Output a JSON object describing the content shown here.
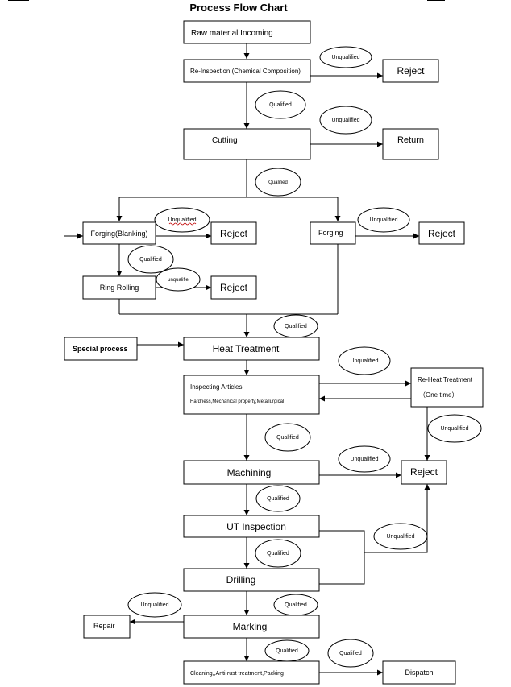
{
  "title": "Process Flow Chart",
  "nodes": {
    "raw_material": "Raw material Incoming",
    "reinspection": "Re-Inspection (Chemical Composition)",
    "reject_1": "Reject",
    "cutting": "Cutting",
    "return": "Return",
    "forging_blanking": "Forging(Blanking)",
    "reject_2": "Reject",
    "forging": "Forging",
    "reject_3": "Reject",
    "ring_rolling": "Ring Rolling",
    "reject_4": "Reject",
    "special_process": "Special process",
    "heat_treatment": "Heat Treatment",
    "inspecting_title": "Inspecting Articles:",
    "inspecting_detail": "Hardness,Mechanical property,Metallurgical",
    "reheat_title": "Re-Heat   Treatment",
    "reheat_note": "（One time）",
    "machining": "Machining",
    "reject_5": "Reject",
    "ut_inspection": "UT Inspection",
    "drilling": "Drilling",
    "repair": "Repair",
    "marking": "Marking",
    "cleaning": "Cleaning,,Anti-rust treatment,Packing",
    "dispatch": "Dispatch"
  },
  "labels": {
    "l_unq_reinsp": "Unqualified",
    "l_q_reinsp": "Qualified",
    "l_unq_cut": "Unqualified",
    "l_q_cut": "Qualified",
    "l_unq_forgb": "Unqualified",
    "l_unq_forg": "Unqualified",
    "l_q_forgb": "Qualified",
    "l_unq_ring": "unqualifie",
    "l_q_heat": "Qualified",
    "l_unq_insp": "Unqualified",
    "l_unq_reheat": "Unqualified",
    "l_q_insp": "Qualified",
    "l_unq_mach": "Unqualified",
    "l_q_mach": "Qualified",
    "l_unq_ut": "Unqualified",
    "l_q_ut": "Qualified",
    "l_q_drill": "Qualified",
    "l_unq_mark": "Unqualified",
    "l_q_mark": "Qualified",
    "l_q_clean": "Qualified"
  }
}
